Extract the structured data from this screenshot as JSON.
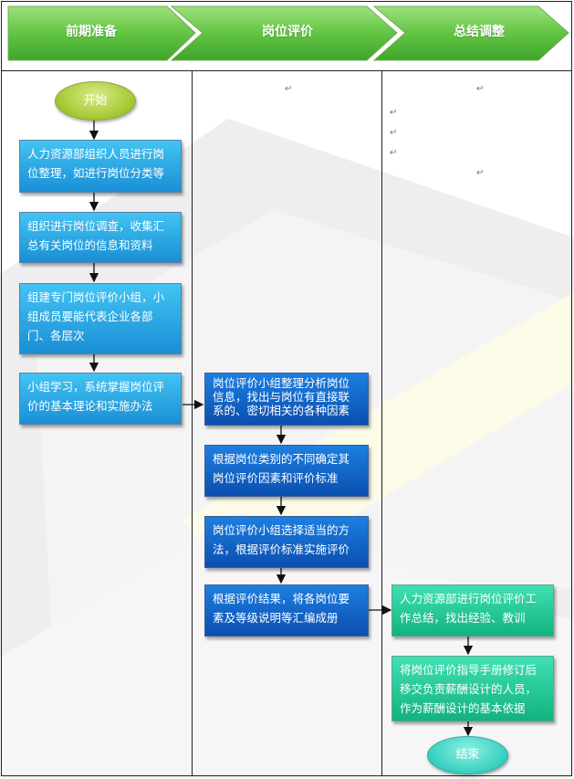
{
  "phases": [
    {
      "label": "前期准备"
    },
    {
      "label": "岗位评价"
    },
    {
      "label": "总结调整"
    }
  ],
  "start_label": "开始",
  "end_label": "结束",
  "column1_steps": [
    "人力资源部组织人员进行岗位整理，如进行岗位分类等",
    "组织进行岗位调查，收集汇总有关岗位的信息和资料",
    "组建专门岗位评价小组，小组成员要能代表企业各部门、各层次",
    "小组学习，系统掌握岗位评价的基本理论和实施办法"
  ],
  "column2_steps": [
    "岗位评价小组整理分析岗位信息，找出与岗位有直接联系的、密切相关的各种因素",
    "根据岗位类别的不同确定其岗位评价因素和评价标准",
    "岗位评价小组选择适当的方法，根据评价标准实施评价",
    "根据评价结果，将各岗位要素及等级说明等汇编成册"
  ],
  "column3_steps": [
    "人力资源部进行岗位评价工作总结，找出经验、教训",
    "将岗位评价指导手册修订后移交负责薪酬设计的人员，作为薪酬设计的基本依据"
  ],
  "colors": {
    "phase_green": "#5cc040",
    "start_oval": "#a3c630",
    "col1_box": "#2aa6e6",
    "col2_box": "#1565c8",
    "col3_box": "#22c896",
    "end_oval": "#35cfc0"
  }
}
